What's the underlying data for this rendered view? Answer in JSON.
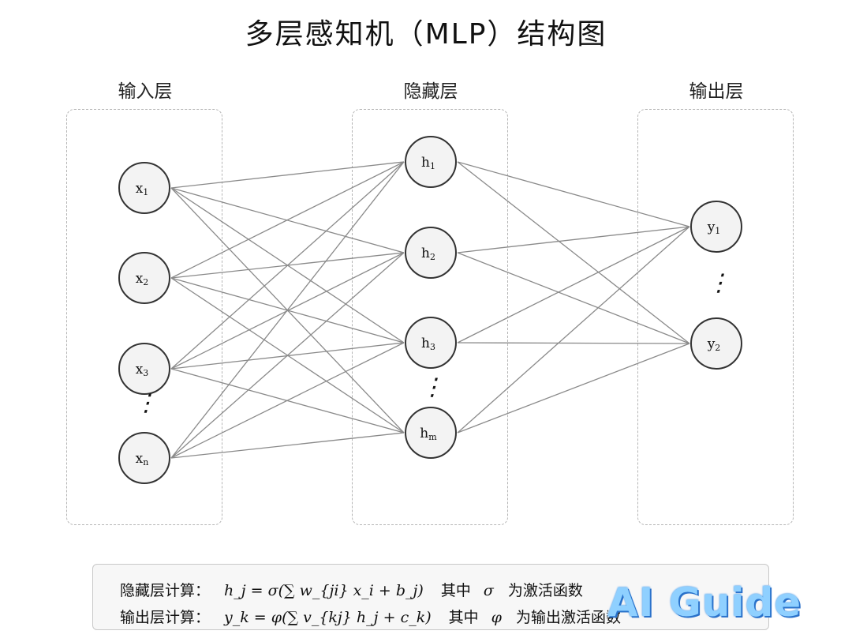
{
  "title": "多层感知机（MLP）结构图",
  "layers": {
    "input": {
      "label": "输入层",
      "nodes": [
        "x1",
        "x2",
        "x3",
        "xn"
      ]
    },
    "hidden": {
      "label": "隐藏层",
      "nodes": [
        "h1",
        "h2",
        "h3",
        "hm"
      ]
    },
    "output": {
      "label": "输出层",
      "nodes": [
        "y1",
        "y2"
      ]
    }
  },
  "ellipsis": "⋮",
  "formulas": {
    "hidden": {
      "label": "隐藏层计算：",
      "expr": "h_j = σ(∑ w_{ji} x_i + b_j)",
      "note": "其中",
      "symbol": "σ",
      "desc": "为激活函数"
    },
    "output": {
      "label": "输出层计算：",
      "expr": "y_k = φ(∑ v_{kj} h_j + c_k)",
      "note": "其中",
      "symbol": "φ",
      "desc": "为输出激活函数"
    }
  },
  "watermark": "AI Guide",
  "colors": {
    "edge": "#8a8a8a",
    "node_fill": "#f3f3f3",
    "node_stroke": "#333333",
    "box_border": "#b5b5b5"
  }
}
